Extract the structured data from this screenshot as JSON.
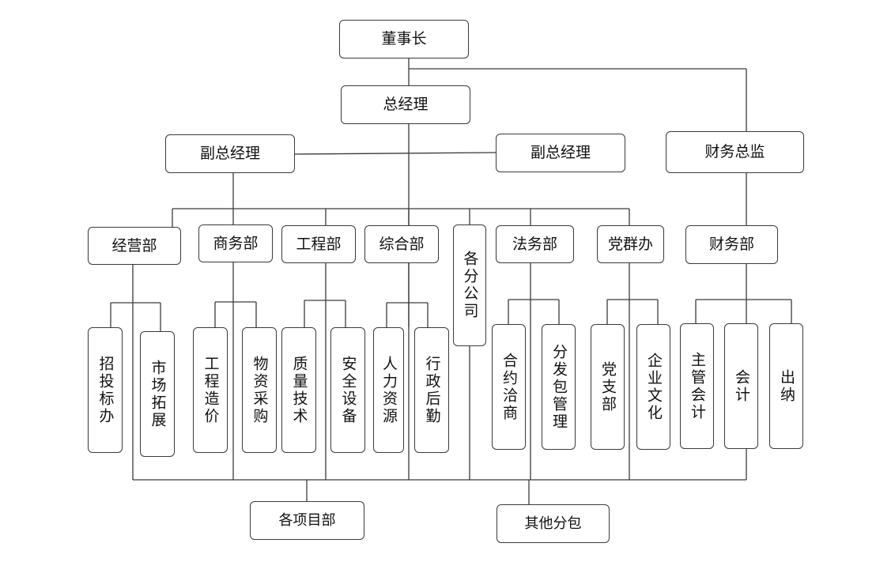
{
  "org": {
    "chairman": "董事长",
    "gm": "总经理",
    "vgm_left": "副总经理",
    "vgm_right": "副总经理",
    "cfo": "财务总监",
    "dept_operations": "经营部",
    "dept_commerce": "商务部",
    "dept_engineering": "工程部",
    "dept_general": "综合部",
    "dept_branches": "各分公司",
    "dept_legal": "法务部",
    "dept_party": "党群办",
    "dept_finance": "财务部",
    "unit_tender": "招投标办",
    "unit_market": "市场拓展",
    "unit_cost": "工程造价",
    "unit_procurement": "物资采购",
    "unit_quality": "质量技术",
    "unit_safety": "安全设备",
    "unit_hr": "人力资源",
    "unit_logistics": "行政后勤",
    "unit_contract": "合约洽商",
    "unit_subcontract": "分发包管理",
    "unit_party_branch": "党支部",
    "unit_culture": "企业文化",
    "unit_chief_accountant": "主管会计",
    "unit_accountant": "会计",
    "unit_cashier": "出纳",
    "project_depts": "各项目部",
    "other_subcontract": "其他分包"
  }
}
